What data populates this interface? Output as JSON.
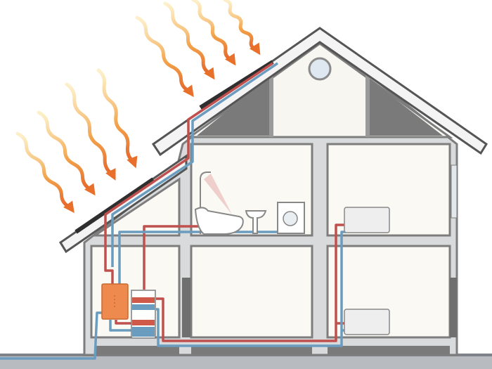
{
  "colors": {
    "wall": "#8a8a8a",
    "wall_dark": "#6f6f6f",
    "room": "#fbf9f4",
    "roof_panel": "#2f2f2f",
    "hot_pipe": "#c0504d",
    "cold_pipe": "#6a9cc0",
    "sun_ray_start": "#f7d37a",
    "sun_ray_end": "#e8702a",
    "boiler": "#ee8a4e",
    "ground": "#9aa0a6"
  },
  "elements": {
    "sun_rays": "wavy-sun-ray-arrows",
    "solar_panels": "roof-solar-collectors",
    "boiler": "wall-boiler",
    "tank": "hot-water-storage-tank",
    "radiators": "radiators",
    "bathtub": "bathtub-with-shower",
    "sink": "pedestal-sink",
    "washer": "washing-machine",
    "attic_window": "round-attic-window"
  }
}
